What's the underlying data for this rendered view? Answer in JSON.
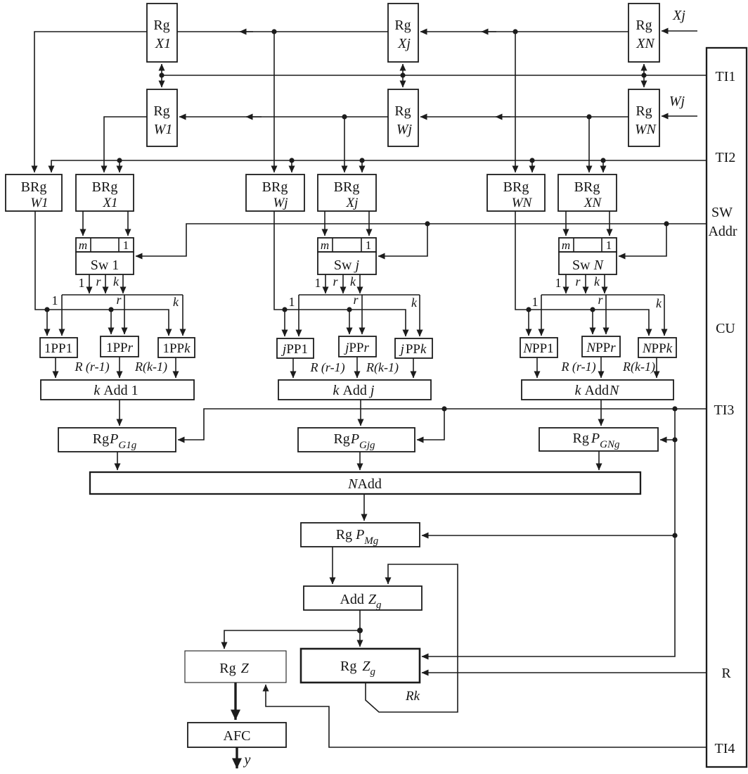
{
  "registers": {
    "rg": "Rg",
    "brg": "BRg",
    "x1": "X1",
    "xj": "Xj",
    "xn": "XN",
    "w1": "W1",
    "wj": "Wj",
    "wn": "WN"
  },
  "inputs": {
    "x": "Xj",
    "w": "Wj"
  },
  "switch": {
    "name": "Sw",
    "i1": "1",
    "ij": "j",
    "in": "N",
    "cell_m": "m",
    "cell_one": "1"
  },
  "taps": {
    "one": "1",
    "r": "r",
    "k": "k"
  },
  "pp": {
    "mid": "PP",
    "pre1": "1",
    "prej": "j",
    "pren": "N",
    "suf1": "1",
    "sufr": "r",
    "sufk": "k"
  },
  "shift_labels": {
    "r": "R (r-1)",
    "k": "R(k-1)"
  },
  "adders": {
    "k": "k",
    "add1": "Add 1",
    "add": "Add",
    "j": "j",
    "n": "N",
    "nadd_n": "N",
    "nadd": "Add"
  },
  "reg_p": {
    "rg": "Rg",
    "p": "P",
    "g1g": "G1g",
    "gjg": "Gjg",
    "gng": "GNg",
    "mg": "Mg"
  },
  "output": {
    "rg": "Rg",
    "add": "Add",
    "z": "Z",
    "g": "g",
    "rk": "Rk",
    "afc": "AFC",
    "y": "y"
  },
  "control_unit": {
    "ti1": "TI1",
    "ti2": "TI2",
    "sw": "SW",
    "addr": "Addr",
    "name": "CU",
    "ti3": "TI3",
    "r": "R",
    "ti4": "TI4"
  }
}
